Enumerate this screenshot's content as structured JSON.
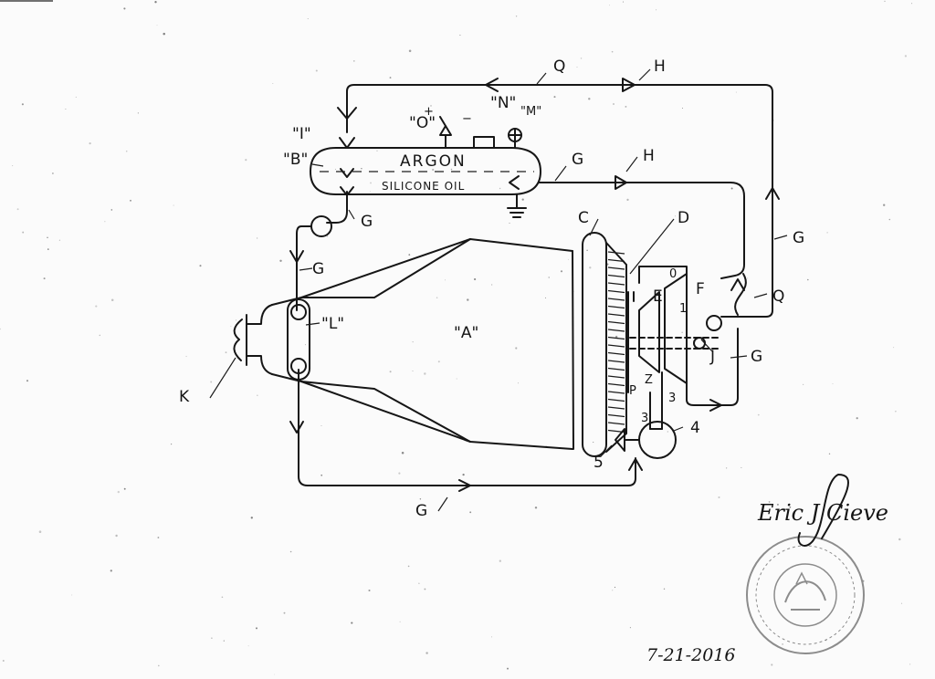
{
  "tank": {
    "gas_label": "ARGON",
    "fluid_label": "SILICONE OIL"
  },
  "labels": {
    "a": "\"A\"",
    "b": "\"B\"",
    "c": "C",
    "d": "D",
    "e": "E",
    "f": "F",
    "g": "G",
    "h": "H",
    "i": "\"I\"",
    "j": "J",
    "k": "K",
    "l": "\"L\"",
    "m": "\"M\"",
    "n": "\"N\"",
    "o": "\"O\"",
    "p": "P",
    "q": "Q",
    "one": "1",
    "two": "Z",
    "three": "3",
    "four": "4",
    "five": "5",
    "zero": "0",
    "plus": "+",
    "minus": "−"
  },
  "signature": {
    "text": "Eric J Cieve",
    "date": "7-21-2016"
  },
  "colors": {
    "ink": "#161616",
    "paper": "#fbfbfb"
  }
}
